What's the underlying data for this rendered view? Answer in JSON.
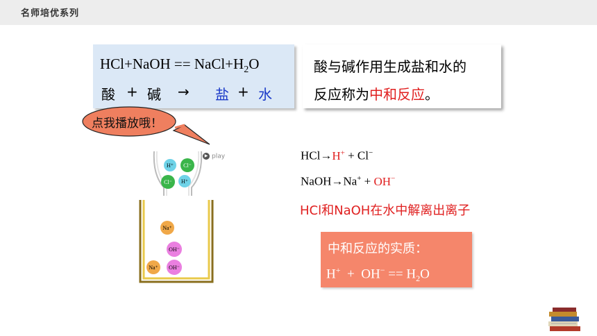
{
  "header": {
    "brand": "名师培优系列"
  },
  "equation_box": {
    "equation_main": "HCl+NaOH == NaCl+H",
    "equation_sub": "2",
    "equation_tail": "O",
    "acid": "酸",
    "plus1": "+",
    "base": "碱",
    "arrow": "→",
    "salt": "盐",
    "plus2": "+",
    "water": "水"
  },
  "definition_box": {
    "line1": "酸与碱作用生成盐和水的",
    "line2_prefix": "反应称为",
    "line2_highlight": "中和反应",
    "line2_suffix": "。"
  },
  "speech_bubble": {
    "text": "点我播放哦！"
  },
  "play_button": {
    "label": "play"
  },
  "animation": {
    "funnel_ions": [
      "H⁺",
      "Cl⁻",
      "Cl⁻",
      "H⁺"
    ],
    "beaker_ions": [
      "Na⁺",
      "OH⁻",
      "Na⁺",
      "OH⁻"
    ]
  },
  "dissociation": {
    "hcl_prefix": "HCl→",
    "hcl_h": "H",
    "hcl_h_sup": "+",
    "hcl_suffix": " + Cl",
    "hcl_suffix_sup": "−",
    "naoh_prefix": "NaOH→Na",
    "naoh_prefix_sup": "+",
    "naoh_plus": " + ",
    "naoh_oh": "OH",
    "naoh_oh_sup": "−",
    "statement": "HCl和NaOH在水中解离出离子"
  },
  "essence_box": {
    "title": "中和反应的实质：",
    "h": "H",
    "h_sup": "+",
    "plus": "+",
    "oh": "OH",
    "oh_sup": "−",
    "eq_sign": "==",
    "h2": "H",
    "h2_sub": "2",
    "o": "O"
  },
  "colors": {
    "red": "#e02020",
    "blue": "#1a39c8",
    "box_blue": "#dbe8f6",
    "essence_orange": "#f5866b",
    "bubble_orange": "#ef7f5f",
    "ion_green": "#3ab54a",
    "ion_cyan": "#6fd3e8",
    "ion_orange": "#f0a848",
    "ion_pink": "#ea7fe0"
  }
}
